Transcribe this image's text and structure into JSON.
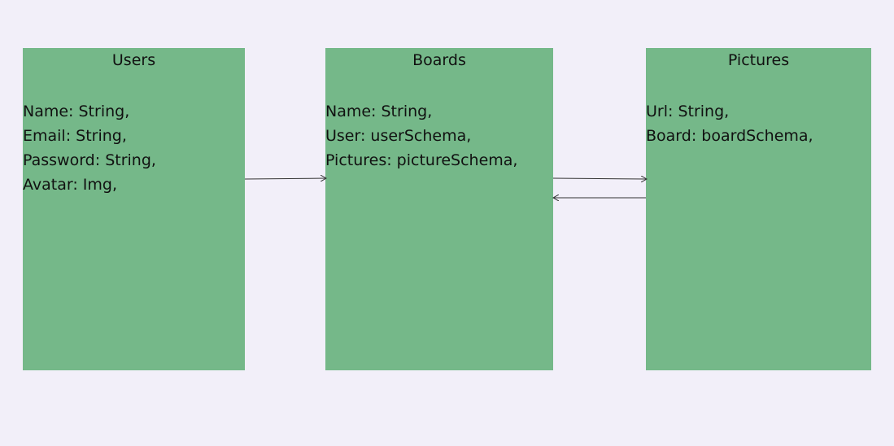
{
  "colors": {
    "background": "#f2eff9",
    "entity_fill": "#75b889",
    "text": "#111111",
    "connector": "#333333"
  },
  "entities": [
    {
      "title": "Users",
      "fields": [
        "Name: String,",
        "Email: String,",
        "Password: String,",
        "Avatar: Img,"
      ]
    },
    {
      "title": "Boards",
      "fields": [
        "Name: String,",
        "User: userSchema,",
        "Pictures: pictureSchema,"
      ]
    },
    {
      "title": "Pictures",
      "fields": [
        "Url: String,",
        "Board: boardSchema,"
      ]
    }
  ],
  "relations": [
    {
      "from": "Users",
      "to": "Boards"
    },
    {
      "from": "Boards",
      "to": "Pictures"
    },
    {
      "from": "Pictures",
      "to": "Boards"
    }
  ]
}
